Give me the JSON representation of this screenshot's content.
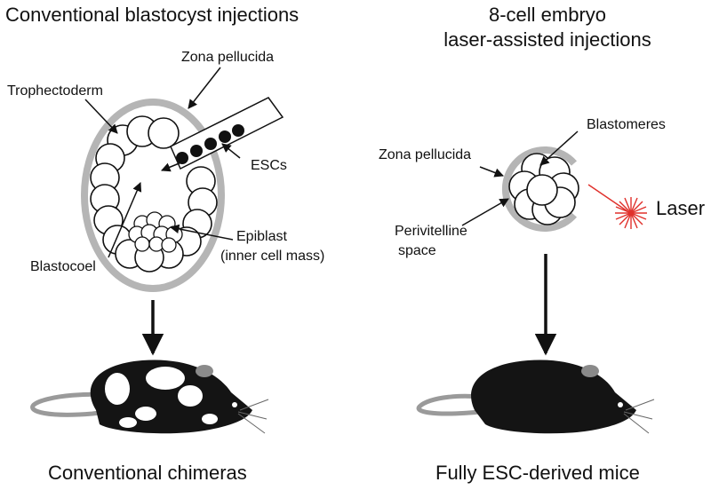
{
  "left": {
    "heading": "Conventional blastocyst injections",
    "labels": {
      "zona": "Zona pellucida",
      "trophectoderm": "Trophectoderm",
      "escs": "ESCs",
      "epiblast_1": "Epiblast",
      "epiblast_2": "(inner cell mass)",
      "blastocoel": "Blastocoel"
    },
    "caption": "Conventional chimeras"
  },
  "right": {
    "heading_1": "8-cell embryo",
    "heading_2": "laser-assisted injections",
    "labels": {
      "blastomeres": "Blastomeres",
      "zona": "Zona pellucida",
      "laser": "Laser",
      "perivitelline_1": "Perivitelline",
      "perivitelline_2": "space"
    },
    "caption": "Fully ESC-derived mice"
  },
  "colors": {
    "zona": "#b5b5b5",
    "laser": "#e0302b",
    "ink": "#111111",
    "mouse": "#141414"
  }
}
